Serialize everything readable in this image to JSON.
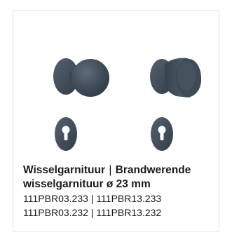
{
  "product": {
    "title_part1": "Wisselgarnituur",
    "title_separator": "|",
    "title_part2": "Brandwerende",
    "title_line2": "wisselgarnituur ø 23 mm",
    "codes_line1": "111PBR03.233 | 111PBR13.233",
    "codes_line2": "111PBR03.232 | 111PBR13.232"
  },
  "colors": {
    "metal": "#3d4a56",
    "metal_highlight": "#5a6774",
    "border": "#e3e3e3",
    "text": "#1a1a1a"
  }
}
